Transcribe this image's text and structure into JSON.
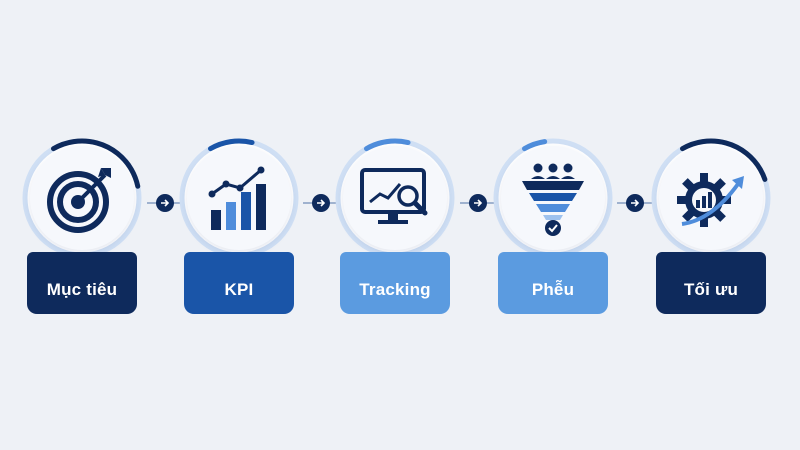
{
  "steps": [
    {
      "label": "Mục tiêu",
      "icon": "target-icon",
      "box_color": "#0e2a5c",
      "ring_color": "#0e2a5c",
      "ring_progress": 0.3
    },
    {
      "label": "KPI",
      "icon": "bar-chart-icon",
      "box_color": "#1a55a8",
      "ring_color": "#1a55a8",
      "ring_progress": 0.12
    },
    {
      "label": "Tracking",
      "icon": "monitor-analytics-icon",
      "box_color": "#5b9be0",
      "ring_color": "#4f8ddb",
      "ring_progress": 0.12
    },
    {
      "label": "Phễu",
      "icon": "funnel-icon",
      "box_color": "#5b9be0",
      "ring_color": "#4f8ddb",
      "ring_progress": 0.06
    },
    {
      "label": "Tối ưu",
      "icon": "gear-growth-icon",
      "box_color": "#0e2a5c",
      "ring_color": "#0e2a5c",
      "ring_progress": 0.28
    }
  ],
  "colors": {
    "dark": "#0e2a5c",
    "mid": "#1a55a8",
    "light": "#4f8ddb",
    "pale": "#cfdff4",
    "background": "#eef1f6"
  }
}
